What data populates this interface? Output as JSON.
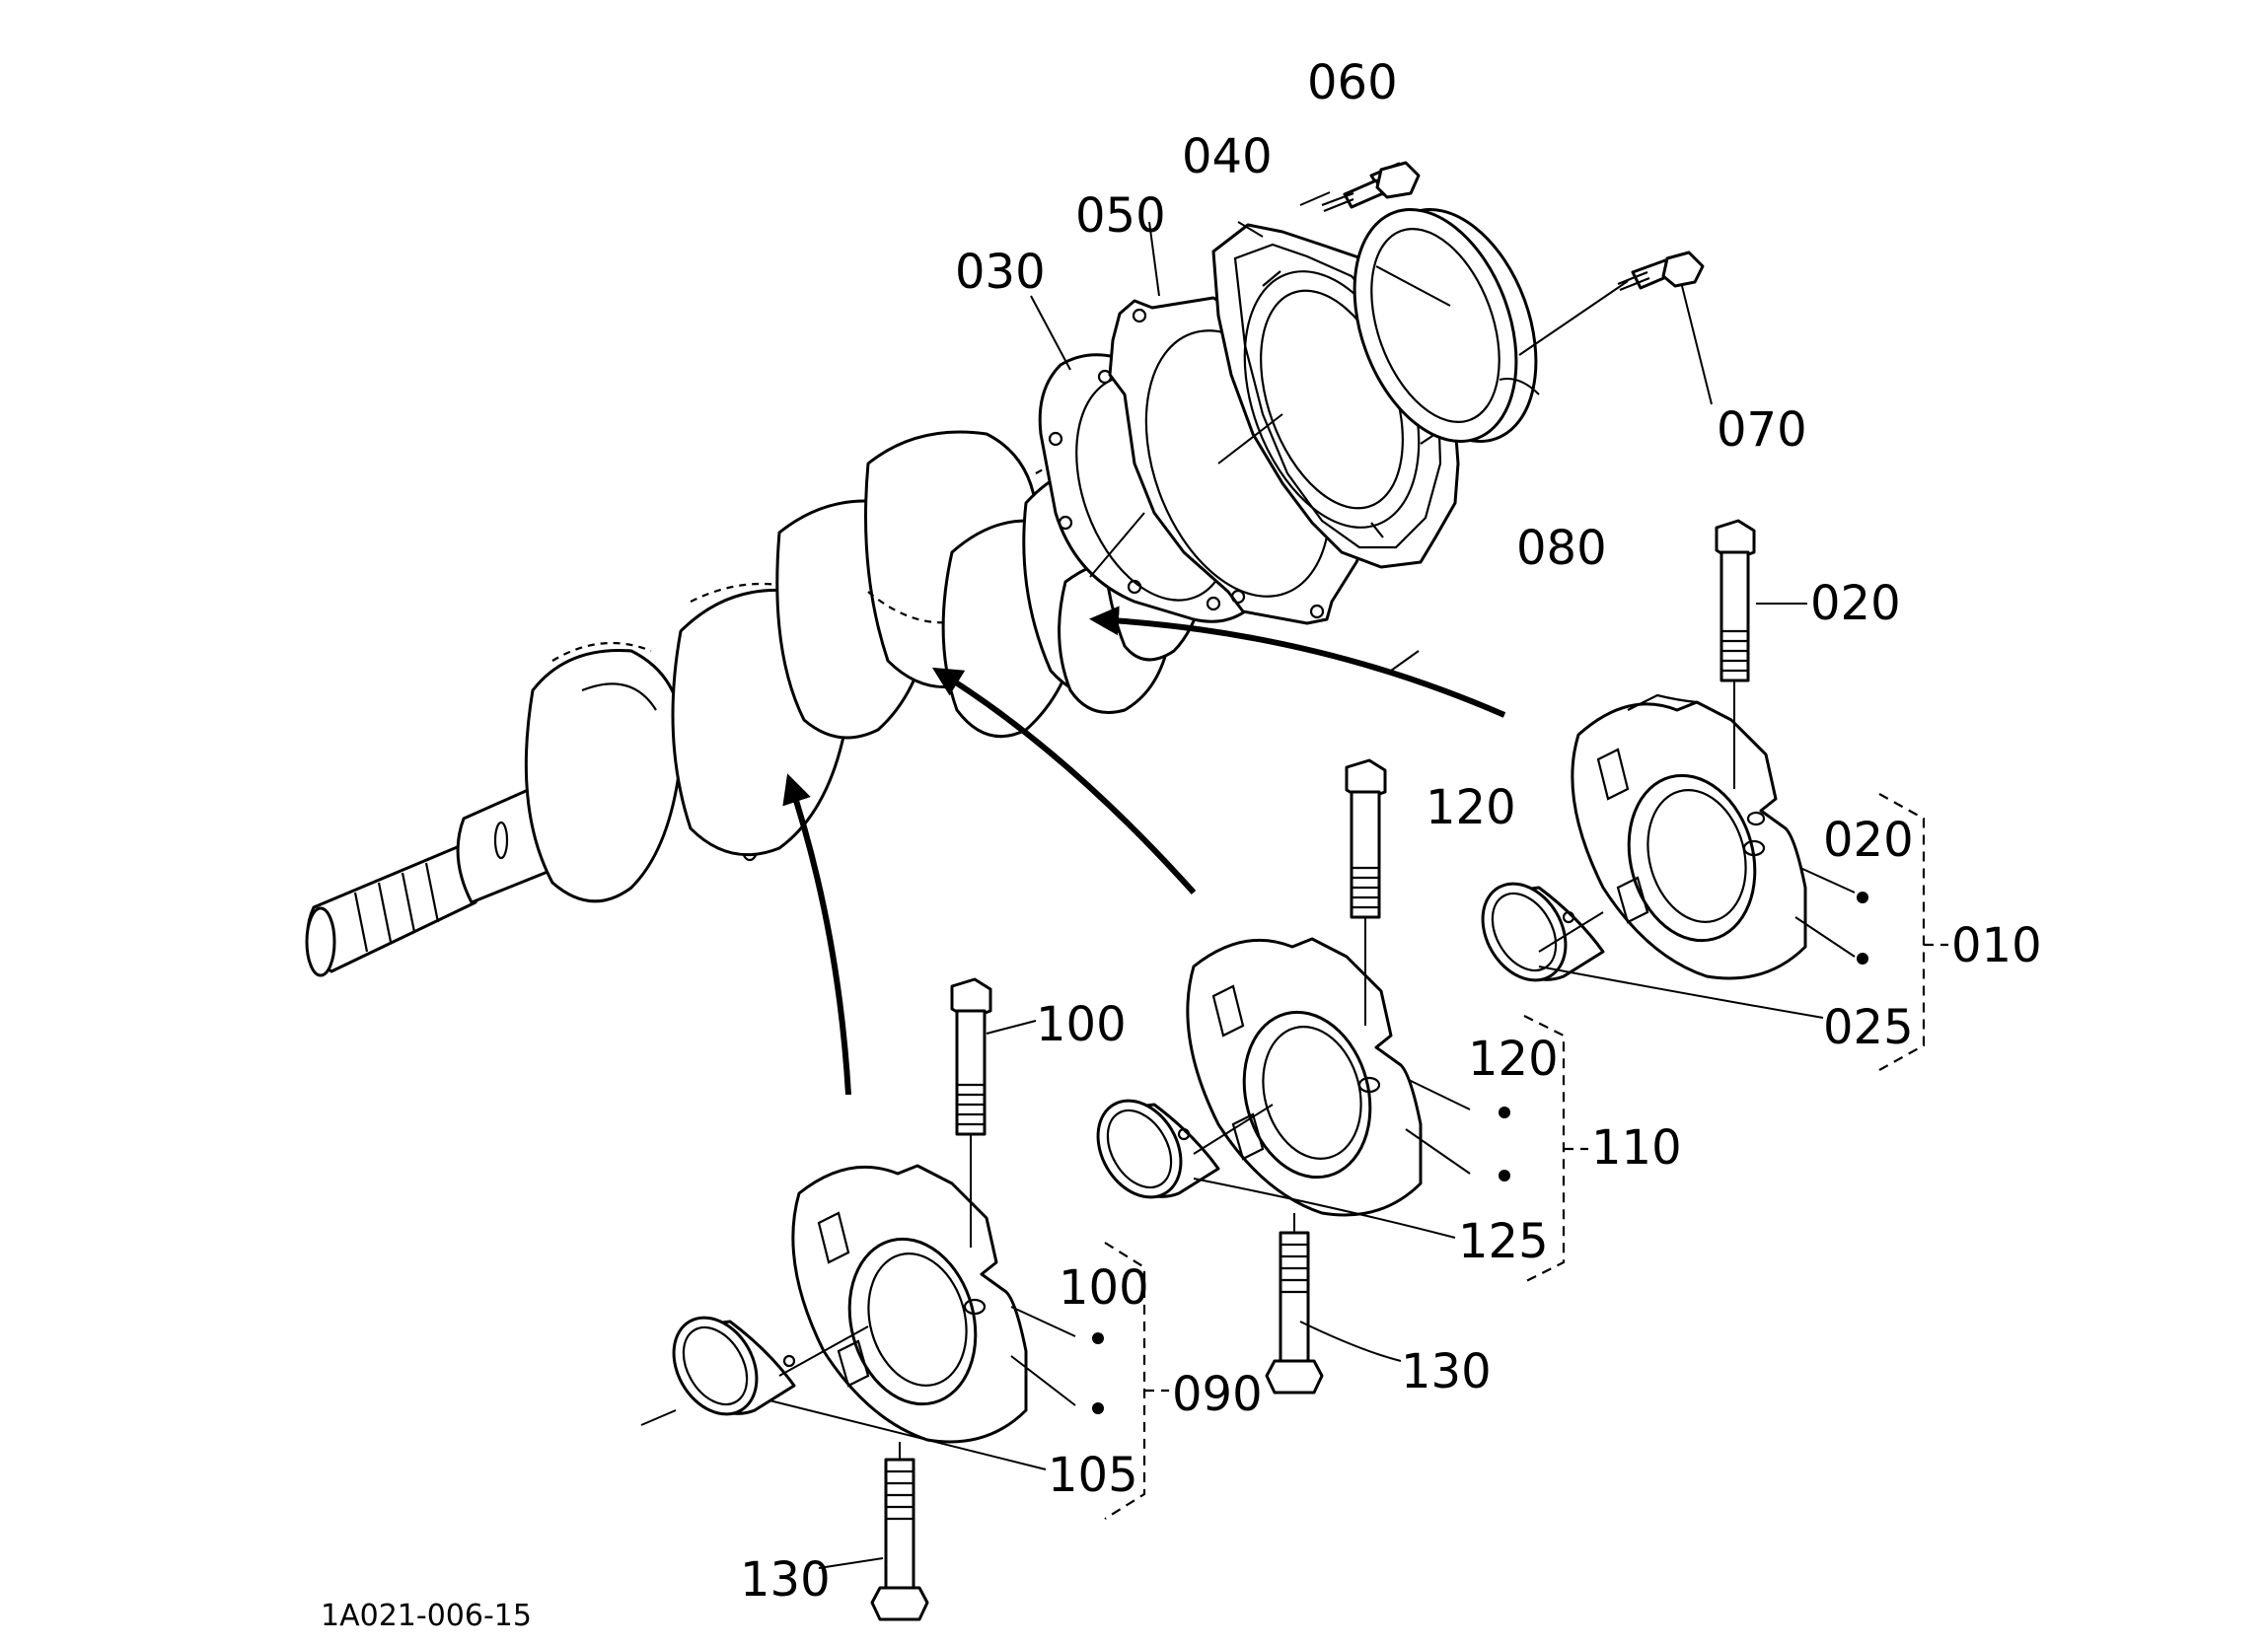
{
  "drawing_code": "1A021-006-15",
  "callouts": {
    "c060": "060",
    "c040": "040",
    "c050": "050",
    "c030": "030",
    "c070": "070",
    "c080": "080",
    "c020_bolt": "020",
    "c120_bolt": "120",
    "c020_set": "020",
    "c010": "010",
    "c025": "025",
    "c100_bolt": "100",
    "c120_set": "120",
    "c110": "110",
    "c125": "125",
    "c130_mid": "130",
    "c100_set": "100",
    "c090": "090",
    "c105": "105",
    "c130_low": "130"
  }
}
